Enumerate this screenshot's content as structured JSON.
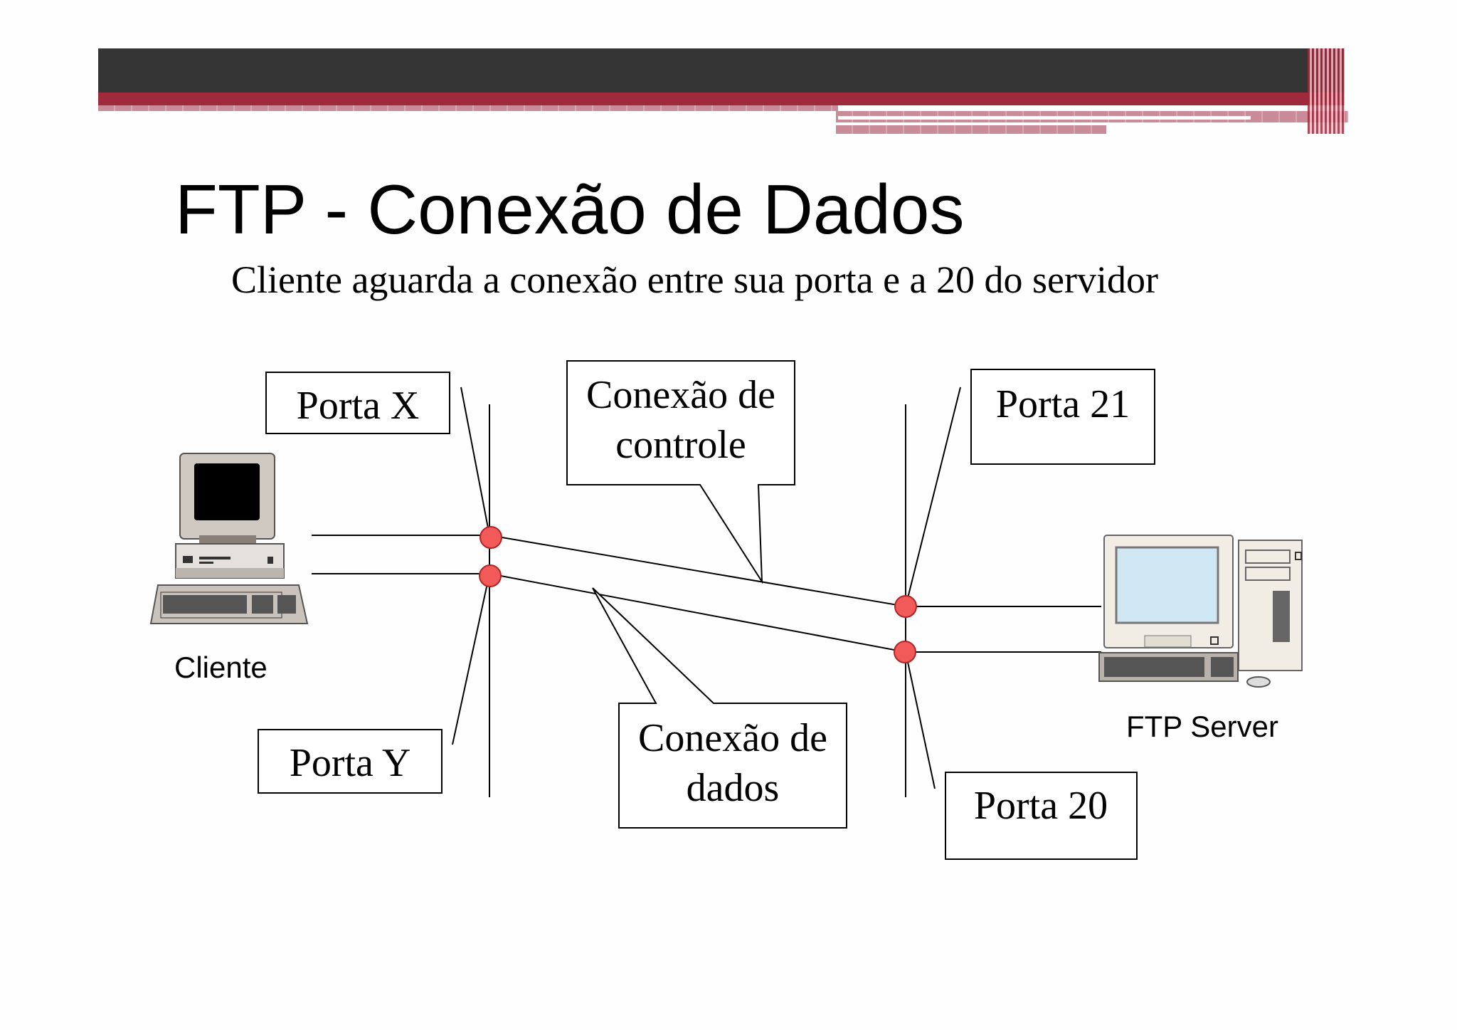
{
  "slide": {
    "title": "FTP - Conexão de Dados",
    "subtitle": "Cliente aguarda a conexão entre sua porta e a 20 do servidor"
  },
  "diagram": {
    "labels": {
      "porta_x": "Porta X",
      "porta_y": "Porta Y",
      "porta_21": "Porta 21",
      "porta_20": "Porta 20",
      "controle_line1": "Conexão de",
      "controle_line2": "controle",
      "dados_line1": "Conexão de",
      "dados_line2": "dados"
    },
    "captions": {
      "client": "Cliente",
      "server": "FTP Server"
    }
  },
  "colors": {
    "header_dark": "#353535",
    "header_red": "#9f2a3c",
    "port_dot": "#f25a5a"
  }
}
